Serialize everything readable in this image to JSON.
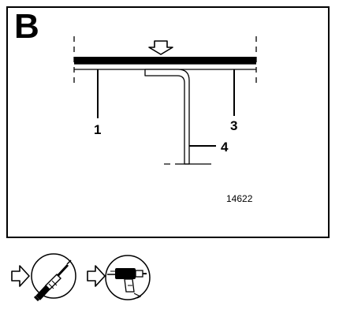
{
  "diagram": {
    "section_letter": "B",
    "callouts": {
      "one": "1",
      "three": "3",
      "four": "4"
    },
    "reference_code": "14622"
  },
  "footer": {
    "icons": [
      "arrow-right-icon",
      "screwdriver-tool-icon",
      "arrow-right-icon",
      "air-tool-icon"
    ]
  },
  "colors": {
    "ink": "#000000",
    "background": "#ffffff"
  }
}
